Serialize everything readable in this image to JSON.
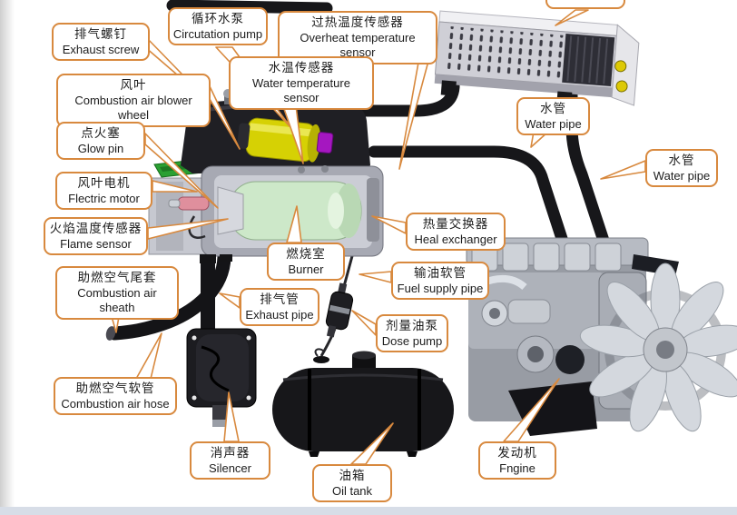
{
  "colors": {
    "accent_orange": "#d8893e",
    "pipe_black": "#17171a",
    "pump_yellow": "#d6d104",
    "pcb_green": "#2aa032",
    "burner_green": "#cde8c9",
    "connector_purple": "#a517c0",
    "bottom_strip": "#d7dde7"
  },
  "labels": {
    "exhaust_screw": {
      "zh": "排气螺钉",
      "en": "Exhaust screw"
    },
    "circulation_pump": {
      "zh": "循环水泵",
      "en": "Circutation pump"
    },
    "overheat_sensor": {
      "zh": "过热温度传感器",
      "en": "Overheat temperature sensor"
    },
    "water_temp_sensor": {
      "zh": "水温传感器",
      "en": "Water temperature sensor"
    },
    "blower_wheel": {
      "zh": "风叶",
      "en": "Combustion air blower wheel"
    },
    "glow_pin": {
      "zh": "点火塞",
      "en": "Glow pin"
    },
    "electric_motor": {
      "zh": "风叶电机",
      "en": "Flectric motor"
    },
    "flame_sensor": {
      "zh": "火焰温度传感器",
      "en": "Flame sensor"
    },
    "air_sheath": {
      "zh": "助燃空气尾套",
      "en": "Combustion air sheath"
    },
    "air_hose": {
      "zh": "助燃空气软管",
      "en": "Combustion air hose"
    },
    "burner": {
      "zh": "燃烧室",
      "en": "Burner"
    },
    "exhaust_pipe": {
      "zh": "排气管",
      "en": "Exhaust pipe"
    },
    "heat_exchanger": {
      "zh": "热量交换器",
      "en": "Heal exchanger"
    },
    "fuel_supply_pipe": {
      "zh": "输油软管",
      "en": "Fuel supply pipe"
    },
    "dose_pump": {
      "zh": "剂量油泵",
      "en": "Dose pump"
    },
    "water_pipe_1": {
      "zh": "水管",
      "en": "Water pipe"
    },
    "water_pipe_2": {
      "zh": "水管",
      "en": "Water pipe"
    },
    "silencer": {
      "zh": "消声器",
      "en": "Silencer"
    },
    "oil_tank": {
      "zh": "油箱",
      "en": "Oil tank"
    },
    "engine": {
      "zh": "发动机",
      "en": "Fngine"
    },
    "top_partial": {
      "zh": "",
      "en": ""
    }
  }
}
